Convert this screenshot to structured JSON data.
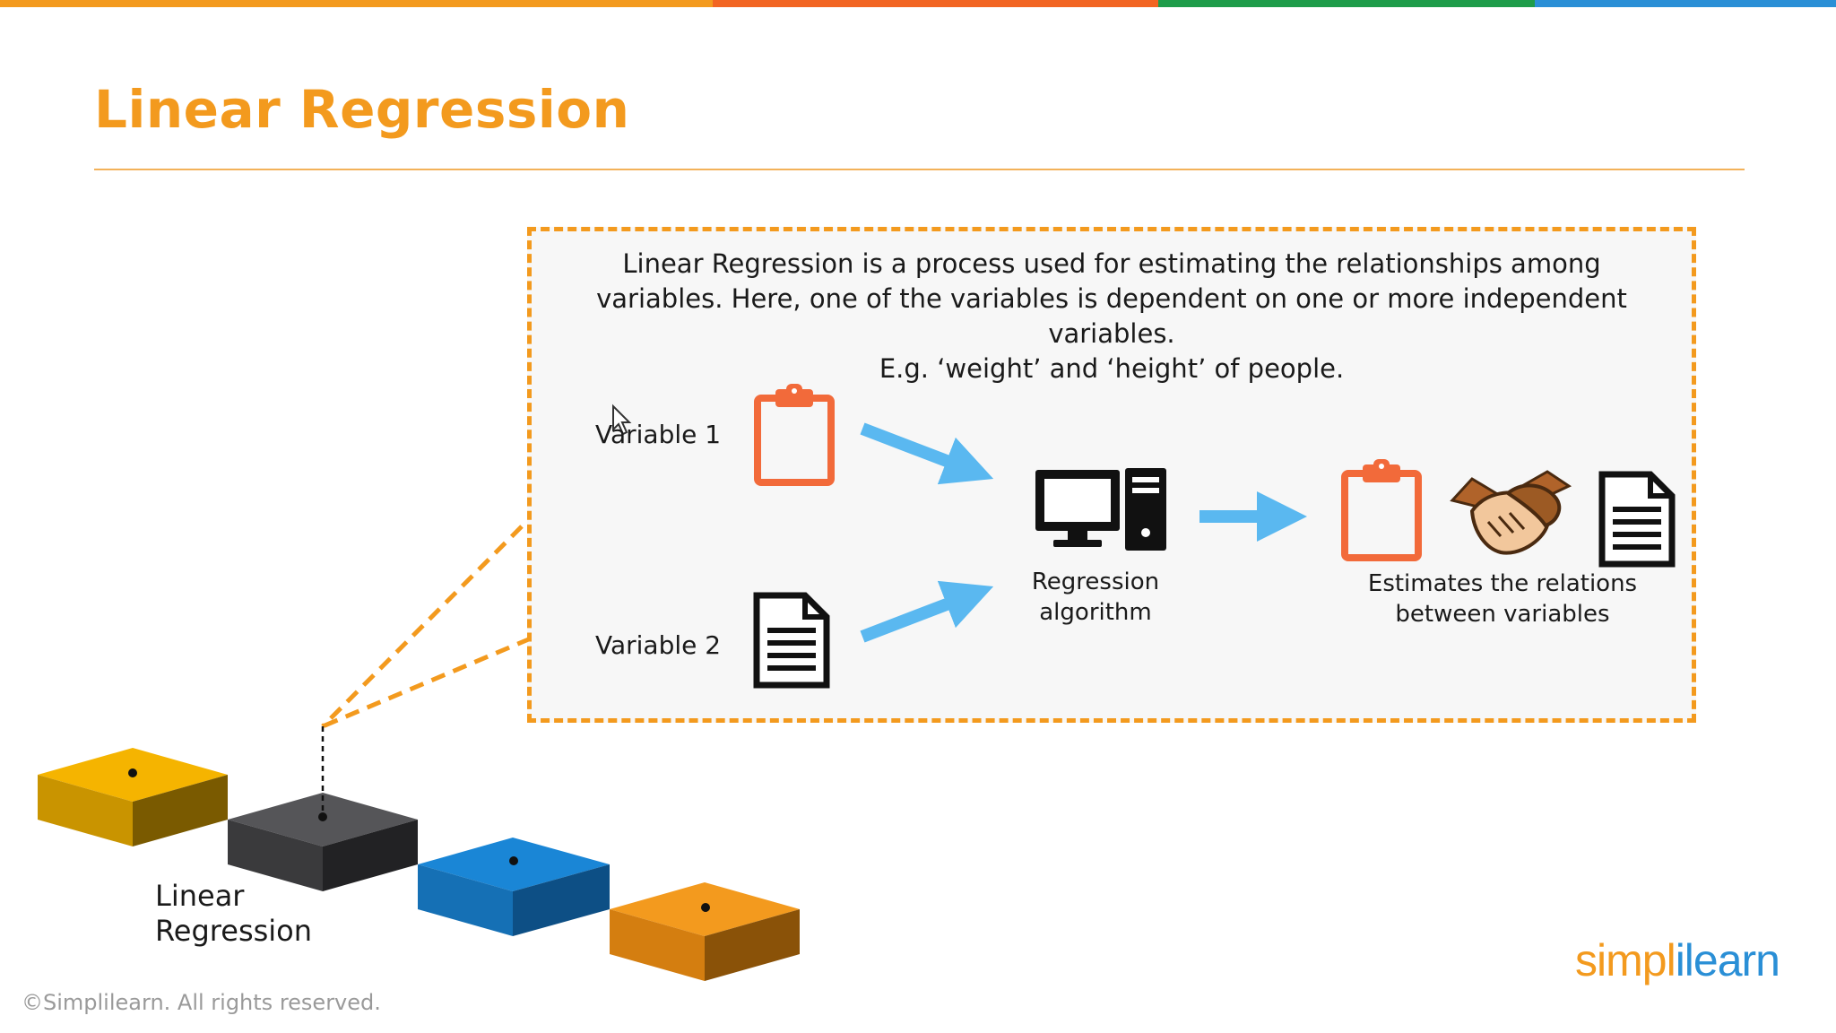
{
  "colors": {
    "accent": "#f39a1e",
    "bar_orange": "#f39a1e",
    "bar_red_orange": "#f26522",
    "bar_green": "#1e9c4a",
    "bar_blue": "#2a8fd6",
    "arrow_blue": "#5ab8f0",
    "clipboard": "#f26a3a",
    "box_background": "#f7f7f7"
  },
  "slide": {
    "title": "Linear Regression",
    "description_lines": [
      "Linear Regression is a process used for estimating the relationships among",
      "variables. Here, one of the variables is dependent on one or more independent",
      "variables.",
      "E.g. ‘weight’ and ‘height’ of people."
    ]
  },
  "diagram": {
    "variable_1": "Variable 1",
    "variable_2": "Variable 2",
    "algorithm_label": [
      "Regression",
      "algorithm"
    ],
    "result_label": [
      "Estimates the relations",
      "between variables"
    ],
    "icons": [
      "clipboard-icon",
      "document-icon",
      "computer-icon",
      "arrow-icon",
      "handshake-icon"
    ]
  },
  "blocks": {
    "label": [
      "Linear",
      "Regression"
    ],
    "colors": [
      "#f5b400",
      "#3a3a3c",
      "#1a86d6",
      "#f39a1e"
    ]
  },
  "footer": {
    "copyright": "©Simplilearn. All rights reserved.",
    "logo_part1": "simpl",
    "logo_part2": "ilearn"
  }
}
